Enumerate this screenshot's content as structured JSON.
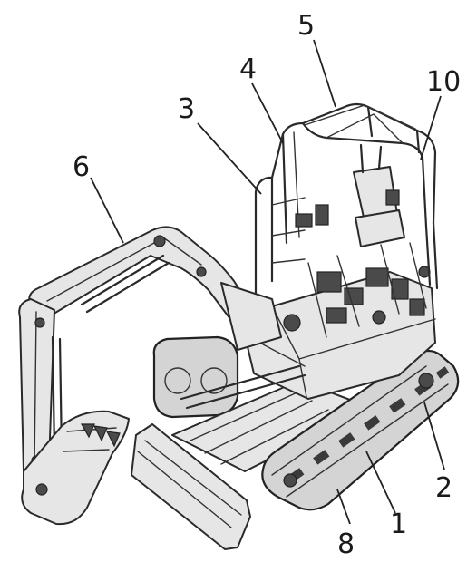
{
  "diagram": {
    "subject": "compact excavator with cab",
    "callouts": [
      {
        "label": "1",
        "part_id": "part-1"
      },
      {
        "label": "2",
        "part_id": "part-2"
      },
      {
        "label": "3",
        "part_id": "part-3"
      },
      {
        "label": "4",
        "part_id": "part-4"
      },
      {
        "label": "5",
        "part_id": "part-5"
      },
      {
        "label": "6",
        "part_id": "part-6"
      },
      {
        "label": "8",
        "part_id": "part-8"
      },
      {
        "label": "10",
        "part_id": "part-10"
      }
    ]
  }
}
